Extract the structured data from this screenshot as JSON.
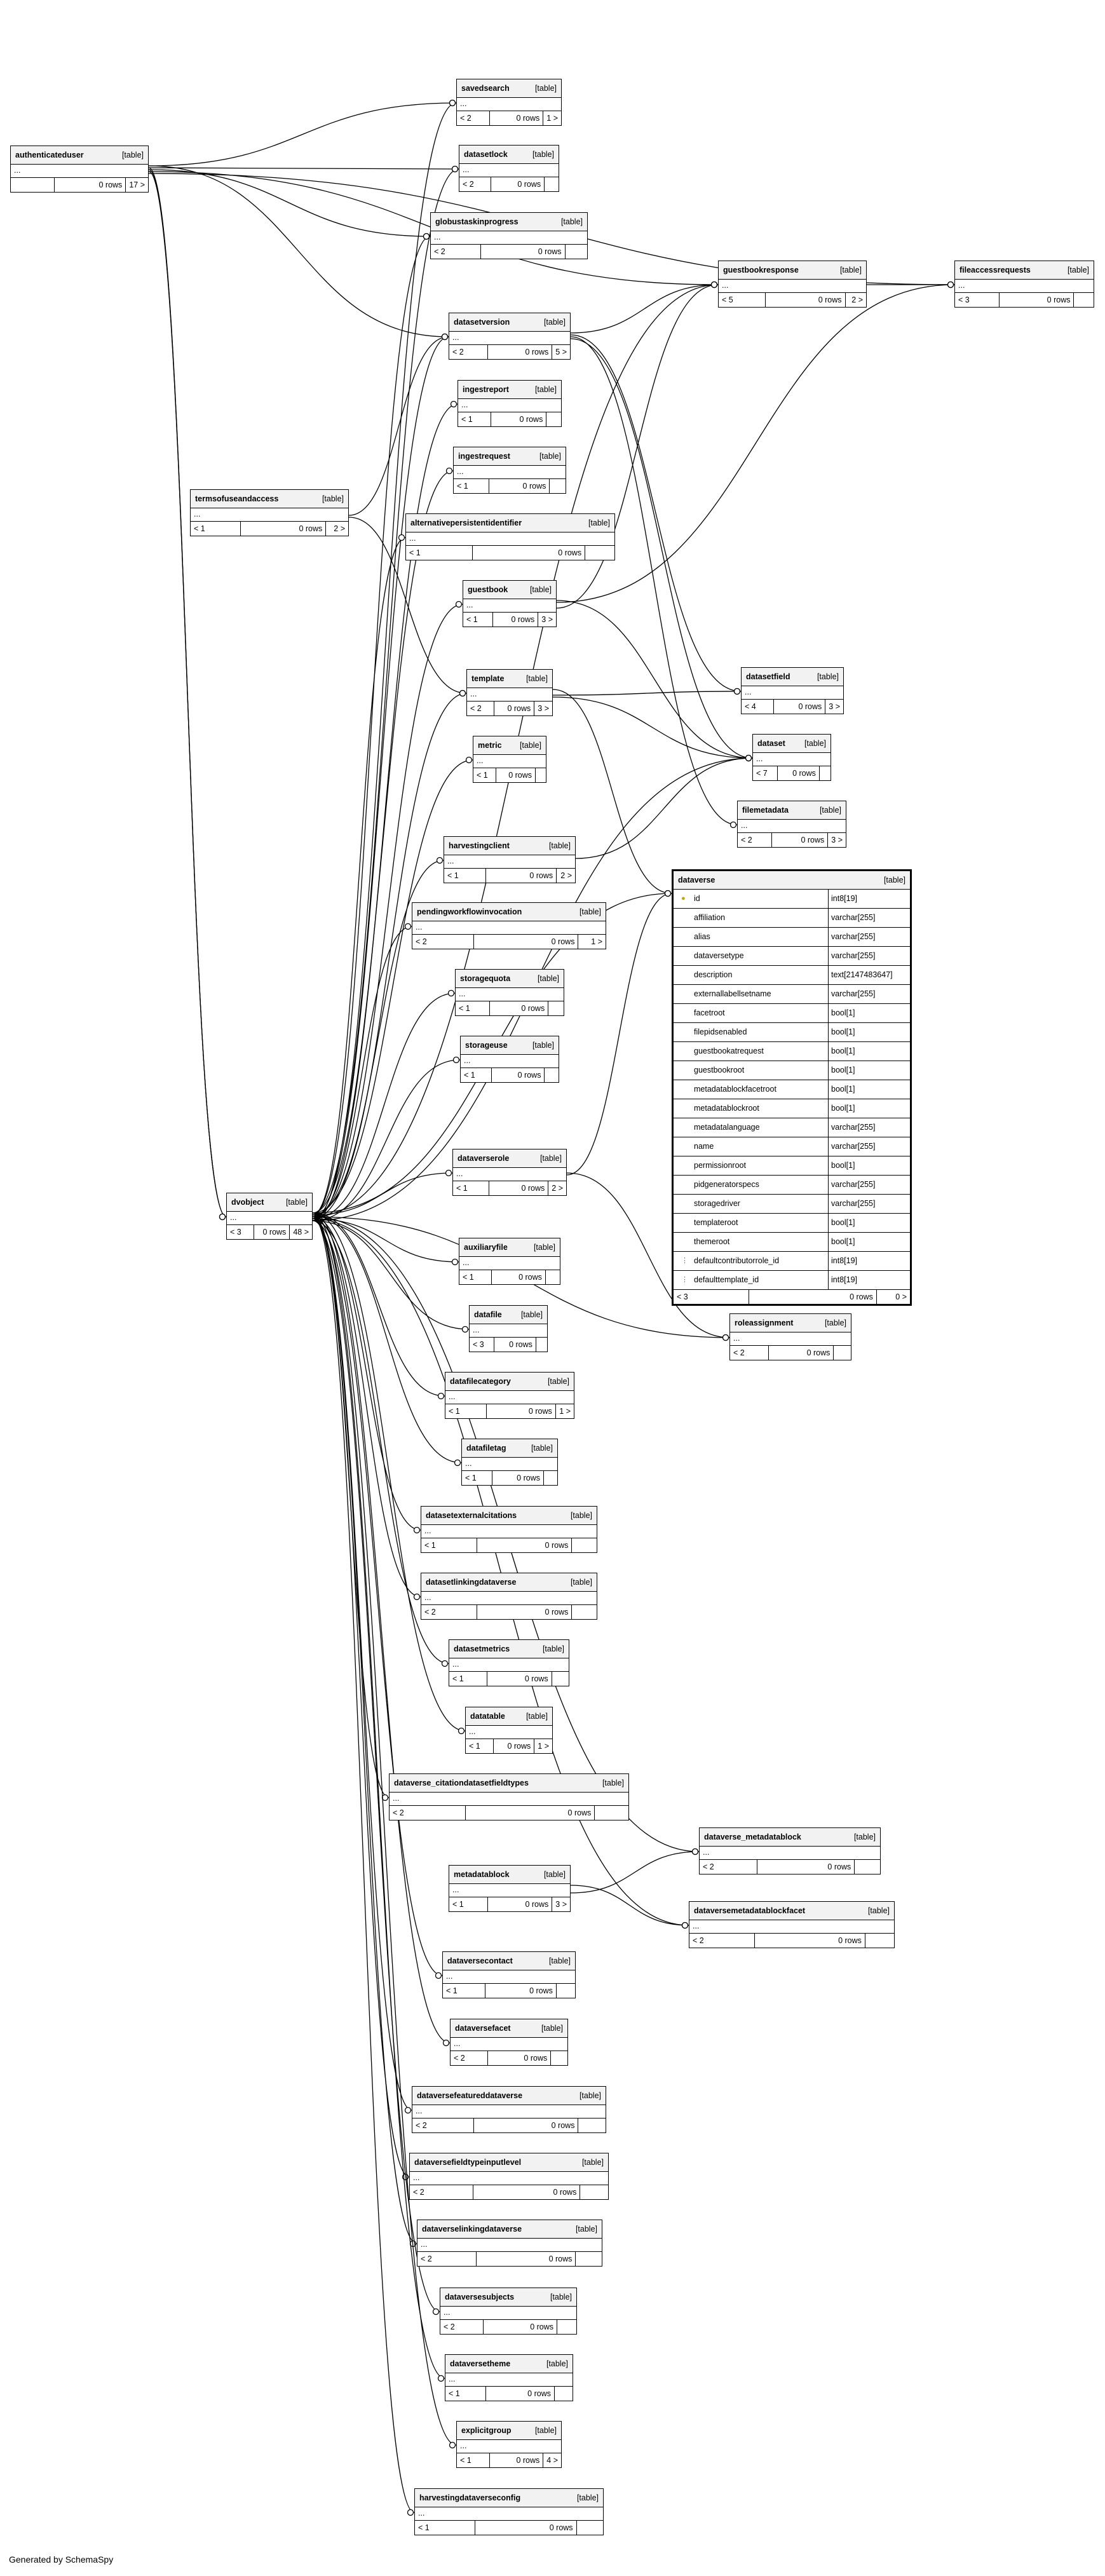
{
  "footer": "Generated by SchemaSpy",
  "type_label": "[table]",
  "tables": [
    {
      "id": "authenticateduser",
      "name": "authenticateduser",
      "parents": "",
      "rows": "0 rows",
      "children": "17 >"
    },
    {
      "id": "savedsearch",
      "name": "savedsearch",
      "parents": "< 2",
      "rows": "0 rows",
      "children": "1 >"
    },
    {
      "id": "datasetlock",
      "name": "datasetlock",
      "parents": "< 2",
      "rows": "0 rows",
      "children": ""
    },
    {
      "id": "globustaskinprogress",
      "name": "globustaskinprogress",
      "parents": "< 2",
      "rows": "0 rows",
      "children": ""
    },
    {
      "id": "guestbookresponse",
      "name": "guestbookresponse",
      "parents": "< 5",
      "rows": "0 rows",
      "children": "2 >"
    },
    {
      "id": "fileaccessrequests",
      "name": "fileaccessrequests",
      "parents": "< 3",
      "rows": "0 rows",
      "children": ""
    },
    {
      "id": "datasetversion",
      "name": "datasetversion",
      "parents": "< 2",
      "rows": "0 rows",
      "children": "5 >"
    },
    {
      "id": "ingestreport",
      "name": "ingestreport",
      "parents": "< 1",
      "rows": "0 rows",
      "children": ""
    },
    {
      "id": "ingestrequest",
      "name": "ingestrequest",
      "parents": "< 1",
      "rows": "0 rows",
      "children": ""
    },
    {
      "id": "termsofuseandaccess",
      "name": "termsofuseandaccess",
      "parents": "< 1",
      "rows": "0 rows",
      "children": "2 >"
    },
    {
      "id": "alternativepersistentidentifier",
      "name": "alternativepersistentidentifier",
      "parents": "< 1",
      "rows": "0 rows",
      "children": ""
    },
    {
      "id": "guestbook",
      "name": "guestbook",
      "parents": "< 1",
      "rows": "0 rows",
      "children": "3 >"
    },
    {
      "id": "datasetfield",
      "name": "datasetfield",
      "parents": "< 4",
      "rows": "0 rows",
      "children": "3 >"
    },
    {
      "id": "template",
      "name": "template",
      "parents": "< 2",
      "rows": "0 rows",
      "children": "3 >"
    },
    {
      "id": "dataset",
      "name": "dataset",
      "parents": "< 7",
      "rows": "0 rows",
      "children": ""
    },
    {
      "id": "metric",
      "name": "metric",
      "parents": "< 1",
      "rows": "0 rows",
      "children": ""
    },
    {
      "id": "filemetadata",
      "name": "filemetadata",
      "parents": "< 2",
      "rows": "0 rows",
      "children": "3 >"
    },
    {
      "id": "harvestingclient",
      "name": "harvestingclient",
      "parents": "< 1",
      "rows": "0 rows",
      "children": "2 >"
    },
    {
      "id": "pendingworkflowinvocation",
      "name": "pendingworkflowinvocation",
      "parents": "< 2",
      "rows": "0 rows",
      "children": "1 >"
    },
    {
      "id": "storagequota",
      "name": "storagequota",
      "parents": "< 1",
      "rows": "0 rows",
      "children": ""
    },
    {
      "id": "storageuse",
      "name": "storageuse",
      "parents": "< 1",
      "rows": "0 rows",
      "children": ""
    },
    {
      "id": "dvobject",
      "name": "dvobject",
      "parents": "< 3",
      "rows": "0 rows",
      "children": "48 >"
    },
    {
      "id": "dataverserole",
      "name": "dataverserole",
      "parents": "< 1",
      "rows": "0 rows",
      "children": "2 >"
    },
    {
      "id": "auxiliaryfile",
      "name": "auxiliaryfile",
      "parents": "< 1",
      "rows": "0 rows",
      "children": ""
    },
    {
      "id": "roleassignment",
      "name": "roleassignment",
      "parents": "< 2",
      "rows": "0 rows",
      "children": ""
    },
    {
      "id": "datafile",
      "name": "datafile",
      "parents": "< 3",
      "rows": "0 rows",
      "children": ""
    },
    {
      "id": "datafilecategory",
      "name": "datafilecategory",
      "parents": "< 1",
      "rows": "0 rows",
      "children": "1 >"
    },
    {
      "id": "datafiletag",
      "name": "datafiletag",
      "parents": "< 1",
      "rows": "0 rows",
      "children": ""
    },
    {
      "id": "datasetexternalcitations",
      "name": "datasetexternalcitations",
      "parents": "< 1",
      "rows": "0 rows",
      "children": ""
    },
    {
      "id": "datasetlinkingdataverse",
      "name": "datasetlinkingdataverse",
      "parents": "< 2",
      "rows": "0 rows",
      "children": ""
    },
    {
      "id": "datasetmetrics",
      "name": "datasetmetrics",
      "parents": "< 1",
      "rows": "0 rows",
      "children": ""
    },
    {
      "id": "datatable",
      "name": "datatable",
      "parents": "< 1",
      "rows": "0 rows",
      "children": "1 >"
    },
    {
      "id": "dataverse_citationdatasetfieldtypes",
      "name": "dataverse_citationdatasetfieldtypes",
      "parents": "< 2",
      "rows": "0 rows",
      "children": ""
    },
    {
      "id": "dataverse_metadatablock",
      "name": "dataverse_metadatablock",
      "parents": "< 2",
      "rows": "0 rows",
      "children": ""
    },
    {
      "id": "metadatablock",
      "name": "metadatablock",
      "parents": "< 1",
      "rows": "0 rows",
      "children": "3 >"
    },
    {
      "id": "dataversemetadatablockfacet",
      "name": "dataversemetadatablockfacet",
      "parents": "< 2",
      "rows": "0 rows",
      "children": ""
    },
    {
      "id": "dataversecontact",
      "name": "dataversecontact",
      "parents": "< 1",
      "rows": "0 rows",
      "children": ""
    },
    {
      "id": "dataversefacet",
      "name": "dataversefacet",
      "parents": "< 2",
      "rows": "0 rows",
      "children": ""
    },
    {
      "id": "dataversefeatureddataverse",
      "name": "dataversefeatureddataverse",
      "parents": "< 2",
      "rows": "0 rows",
      "children": ""
    },
    {
      "id": "dataversefieldtypeinputlevel",
      "name": "dataversefieldtypeinputlevel",
      "parents": "< 2",
      "rows": "0 rows",
      "children": ""
    },
    {
      "id": "dataverselinkingdataverse",
      "name": "dataverselinkingdataverse",
      "parents": "< 2",
      "rows": "0 rows",
      "children": ""
    },
    {
      "id": "dataversesubjects",
      "name": "dataversesubjects",
      "parents": "< 2",
      "rows": "0 rows",
      "children": ""
    },
    {
      "id": "dataversetheme",
      "name": "dataversetheme",
      "parents": "< 1",
      "rows": "0 rows",
      "children": ""
    },
    {
      "id": "explicitgroup",
      "name": "explicitgroup",
      "parents": "< 1",
      "rows": "0 rows",
      "children": "4 >"
    },
    {
      "id": "harvestingdataverseconfig",
      "name": "harvestingdataverseconfig",
      "parents": "< 1",
      "rows": "0 rows",
      "children": ""
    }
  ],
  "focus": {
    "id": "dataverse",
    "name": "dataverse",
    "parents": "< 3",
    "rows": "0 rows",
    "children": "0 >",
    "columns": [
      {
        "name": "id",
        "type": "int8[19]",
        "marker": "key"
      },
      {
        "name": "affiliation",
        "type": "varchar[255]",
        "marker": ""
      },
      {
        "name": "alias",
        "type": "varchar[255]",
        "marker": ""
      },
      {
        "name": "dataversetype",
        "type": "varchar[255]",
        "marker": ""
      },
      {
        "name": "description",
        "type": "text[2147483647]",
        "marker": ""
      },
      {
        "name": "externallabellsetname",
        "type": "varchar[255]",
        "marker": ""
      },
      {
        "name": "facetroot",
        "type": "bool[1]",
        "marker": ""
      },
      {
        "name": "filepidsenabled",
        "type": "bool[1]",
        "marker": ""
      },
      {
        "name": "guestbookatrequest",
        "type": "bool[1]",
        "marker": ""
      },
      {
        "name": "guestbookroot",
        "type": "bool[1]",
        "marker": ""
      },
      {
        "name": "metadatablockfacetroot",
        "type": "bool[1]",
        "marker": ""
      },
      {
        "name": "metadatablockroot",
        "type": "bool[1]",
        "marker": ""
      },
      {
        "name": "metadatalanguage",
        "type": "varchar[255]",
        "marker": ""
      },
      {
        "name": "name",
        "type": "varchar[255]",
        "marker": ""
      },
      {
        "name": "permissionroot",
        "type": "bool[1]",
        "marker": ""
      },
      {
        "name": "pidgeneratorspecs",
        "type": "varchar[255]",
        "marker": ""
      },
      {
        "name": "storagedriver",
        "type": "varchar[255]",
        "marker": ""
      },
      {
        "name": "templateroot",
        "type": "bool[1]",
        "marker": ""
      },
      {
        "name": "themeroot",
        "type": "bool[1]",
        "marker": ""
      },
      {
        "name": "defaultcontributorrole_id",
        "type": "int8[19]",
        "marker": "fk"
      },
      {
        "name": "defaulttemplate_id",
        "type": "int8[19]",
        "marker": "fk"
      }
    ]
  },
  "edges": [
    [
      "authenticateduser",
      "savedsearch"
    ],
    [
      "authenticateduser",
      "datasetlock"
    ],
    [
      "authenticateduser",
      "globustaskinprogress"
    ],
    [
      "authenticateduser",
      "guestbookresponse"
    ],
    [
      "authenticateduser",
      "fileaccessrequests"
    ],
    [
      "authenticateduser",
      "datasetversion"
    ],
    [
      "authenticateduser",
      "dvobject"
    ],
    [
      "authenticateduser",
      "dvobject"
    ],
    [
      "authenticateduser",
      "dvobject"
    ],
    [
      "dvobject",
      "savedsearch"
    ],
    [
      "dvobject",
      "datasetlock"
    ],
    [
      "dvobject",
      "globustaskinprogress"
    ],
    [
      "dvobject",
      "guestbookresponse"
    ],
    [
      "dvobject",
      "datasetversion"
    ],
    [
      "dvobject",
      "ingestreport"
    ],
    [
      "dvobject",
      "ingestrequest"
    ],
    [
      "dvobject",
      "alternativepersistentidentifier"
    ],
    [
      "dvobject",
      "guestbook"
    ],
    [
      "dvobject",
      "template"
    ],
    [
      "dvobject",
      "dataset"
    ],
    [
      "dvobject",
      "metric"
    ],
    [
      "dvobject",
      "harvestingclient"
    ],
    [
      "dvobject",
      "pendingworkflowinvocation"
    ],
    [
      "dvobject",
      "storagequota"
    ],
    [
      "dvobject",
      "storageuse"
    ],
    [
      "dvobject",
      "dataverse"
    ],
    [
      "dvobject",
      "dataverserole"
    ],
    [
      "dvobject",
      "roleassignment"
    ],
    [
      "dvobject",
      "auxiliaryfile"
    ],
    [
      "dvobject",
      "datafile"
    ],
    [
      "dvobject",
      "datafilecategory"
    ],
    [
      "dvobject",
      "datafiletag"
    ],
    [
      "dvobject",
      "datasetexternalcitations"
    ],
    [
      "dvobject",
      "datasetlinkingdataverse"
    ],
    [
      "dvobject",
      "datasetmetrics"
    ],
    [
      "dvobject",
      "datatable"
    ],
    [
      "dvobject",
      "dataverse_citationdatasetfieldtypes"
    ],
    [
      "dvobject",
      "dataverse_metadatablock"
    ],
    [
      "dvobject",
      "dataversemetadatablockfacet"
    ],
    [
      "dvobject",
      "dataversecontact"
    ],
    [
      "dvobject",
      "dataversefacet"
    ],
    [
      "dvobject",
      "dataversefeatureddataverse"
    ],
    [
      "dvobject",
      "dataversefieldtypeinputlevel"
    ],
    [
      "dvobject",
      "dataverselinkingdataverse"
    ],
    [
      "dvobject",
      "dataversesubjects"
    ],
    [
      "dvobject",
      "dataversetheme"
    ],
    [
      "dvobject",
      "explicitgroup"
    ],
    [
      "dvobject",
      "harvestingdataverseconfig"
    ],
    [
      "termsofuseandaccess",
      "datasetversion"
    ],
    [
      "termsofuseandaccess",
      "template"
    ],
    [
      "datasetversion",
      "guestbookresponse"
    ],
    [
      "datasetversion",
      "datasetfield"
    ],
    [
      "datasetversion",
      "filemetadata"
    ],
    [
      "datasetversion",
      "dataset"
    ],
    [
      "guestbook",
      "guestbookresponse"
    ],
    [
      "guestbook",
      "dataset"
    ],
    [
      "guestbook",
      "fileaccessrequests"
    ],
    [
      "guestbookresponse",
      "fileaccessrequests"
    ],
    [
      "template",
      "datasetfield"
    ],
    [
      "template",
      "dataset"
    ],
    [
      "template",
      "dataverse"
    ],
    [
      "harvestingclient",
      "dataset"
    ],
    [
      "dataverserole",
      "roleassignment"
    ],
    [
      "dataverserole",
      "dataverse"
    ],
    [
      "metadatablock",
      "dataverse_metadatablock"
    ],
    [
      "metadatablock",
      "dataversemetadatablockfacet"
    ]
  ]
}
